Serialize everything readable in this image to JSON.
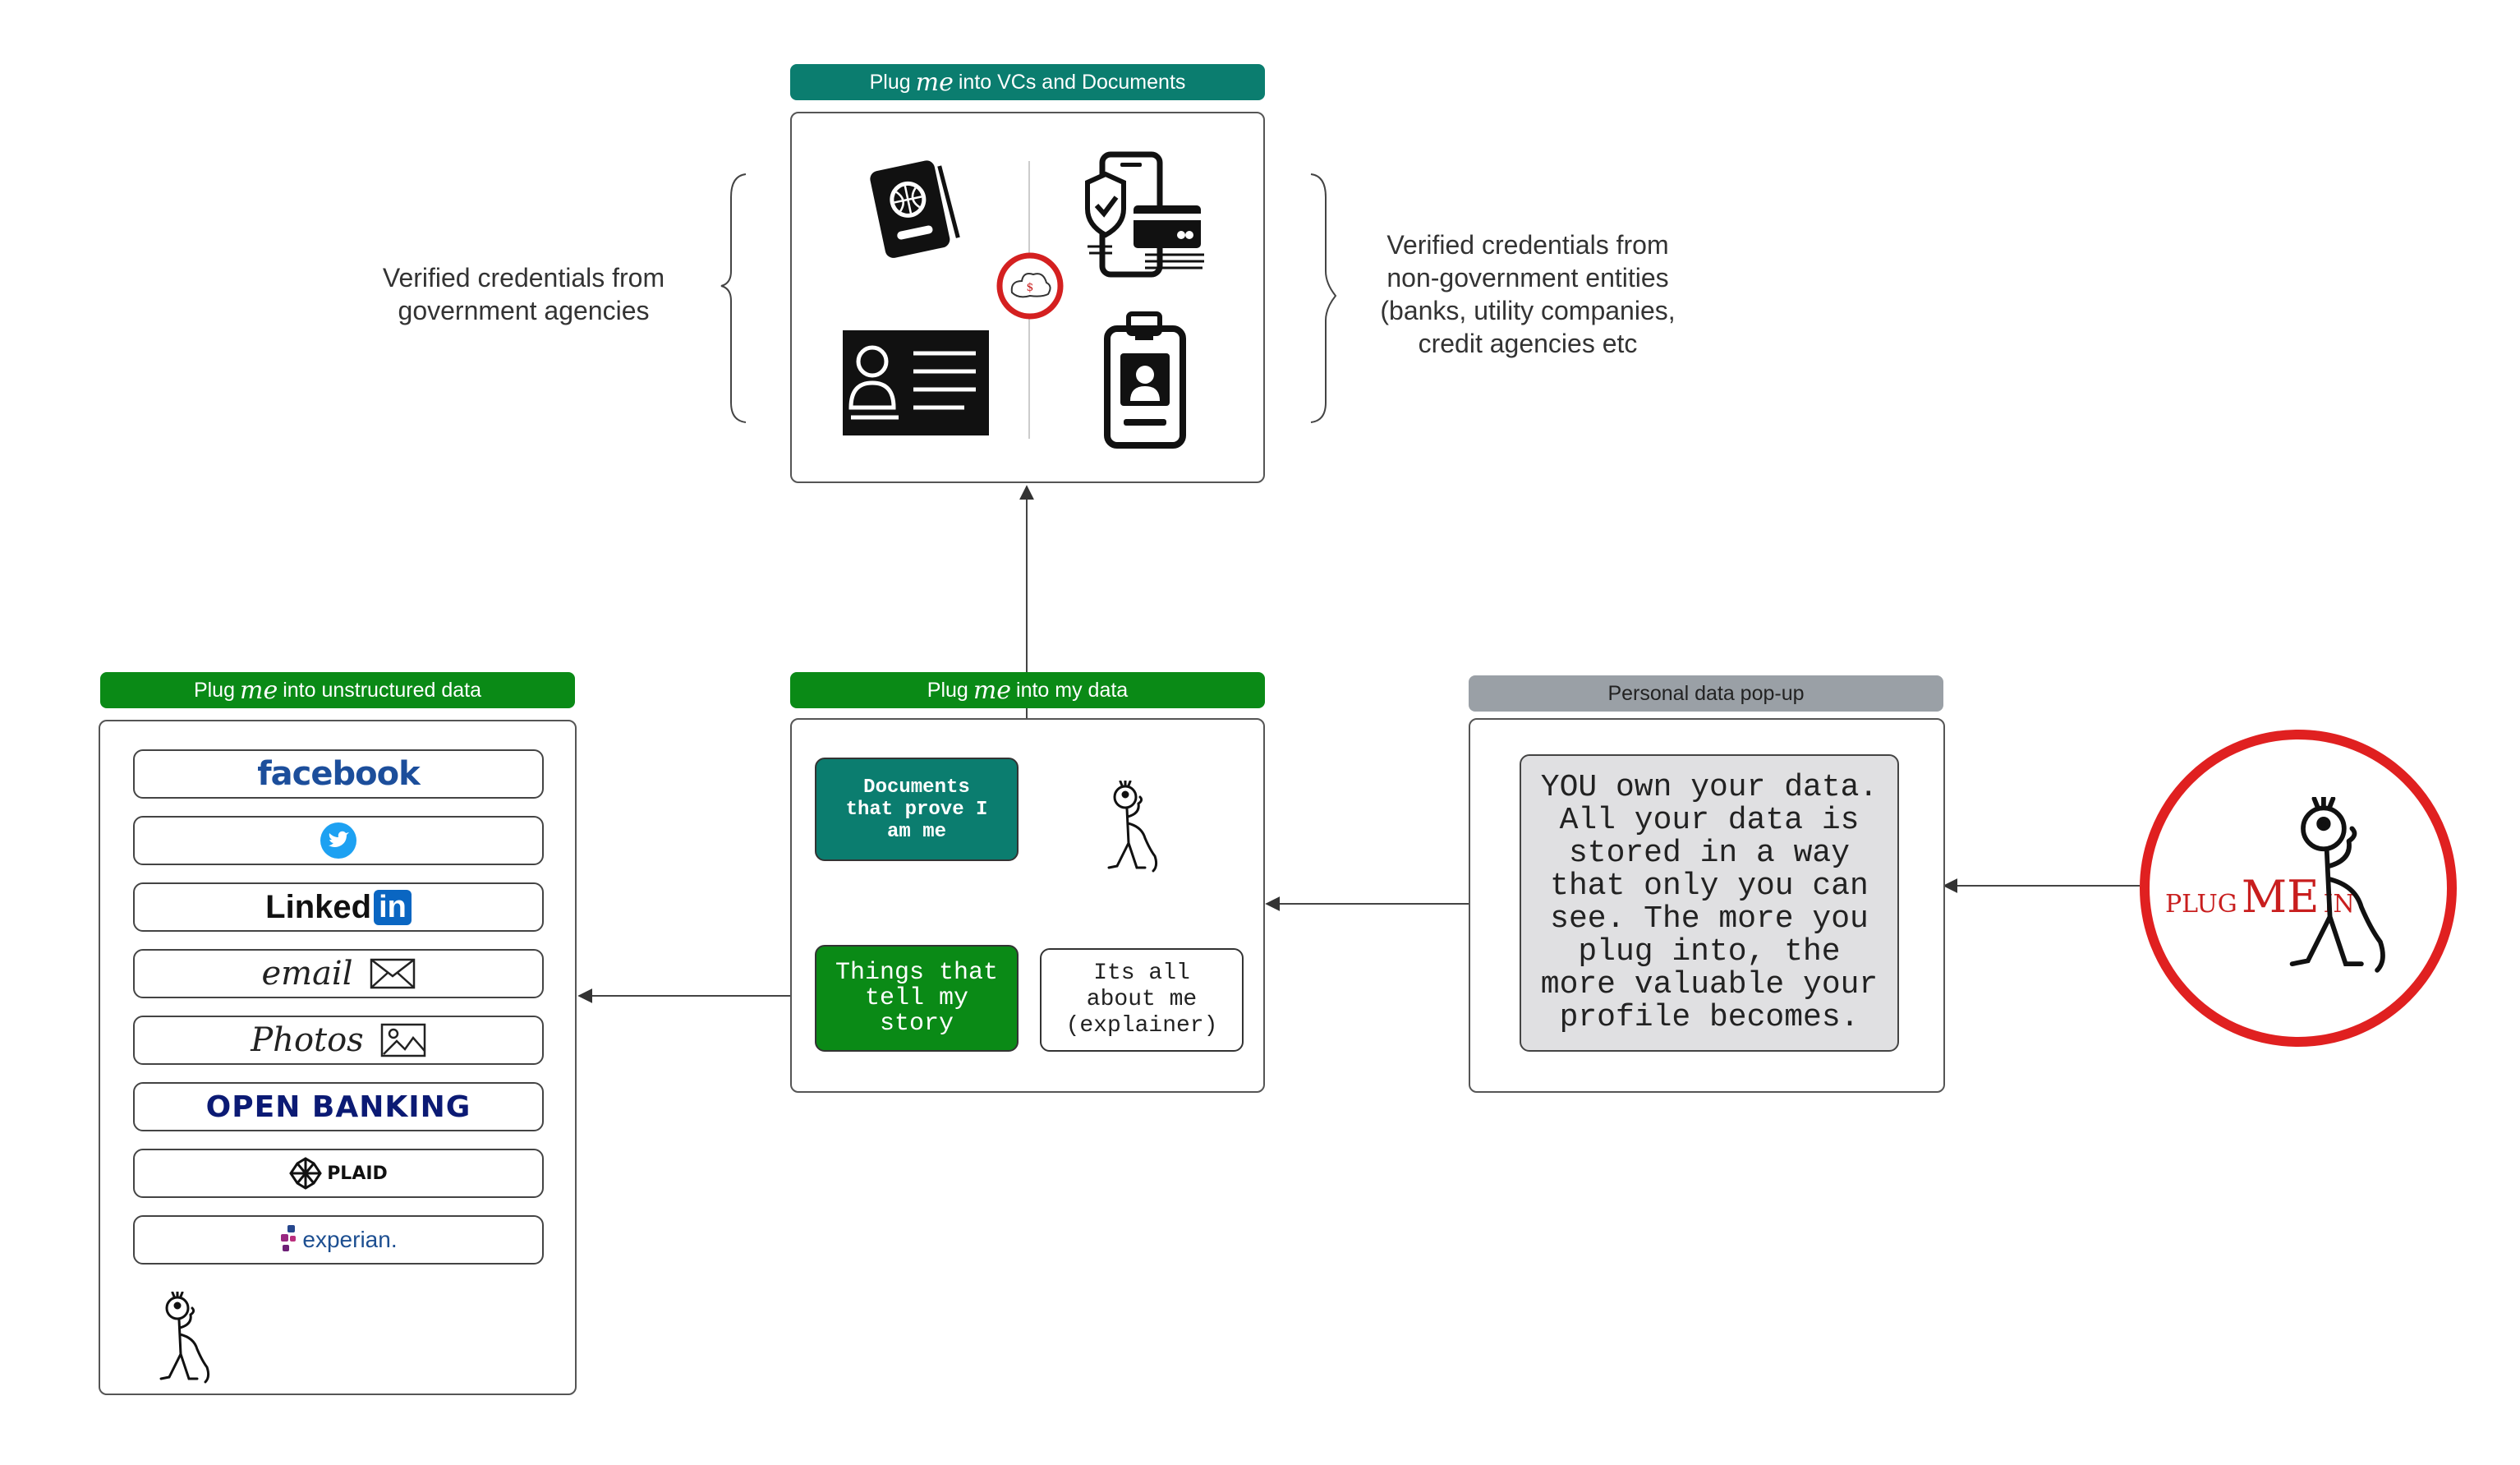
{
  "panels": {
    "vcs": {
      "header_prefix": "Plug",
      "header_me": "me",
      "header_suffix": "into VCs and Documents"
    },
    "unstructured": {
      "header_prefix": "Plug",
      "header_me": "me",
      "header_suffix": "into unstructured data"
    },
    "mydata": {
      "header_prefix": "Plug",
      "header_me": "me",
      "header_suffix": "into my data"
    },
    "popup": {
      "header": "Personal data pop-up"
    }
  },
  "left_note": "Verified credentials from\ngovernment agencies",
  "right_note": "Verified credentials from\nnon-government entities\n(banks, utility companies,\ncredit agencies etc",
  "data_sources": {
    "facebook": "facebook",
    "linkedin_text": "Linked",
    "linkedin_badge": "in",
    "email": "email",
    "photos": "Photos",
    "open_banking": "OPEN BANKING",
    "plaid": "PLAID",
    "experian": "experian."
  },
  "boxes": {
    "documents": "Documents\nthat prove I\nam me",
    "story": "Things that\ntell my\nstory",
    "explainer": "Its all\nabout me\n(explainer)",
    "popup_text": "YOU own your data.\nAll your data is\nstored in a way\nthat only you can\nsee. The more you\nplug into, the\nmore valuable your\nprofile becomes."
  },
  "brand": {
    "plug": "PLUG",
    "me": "ME",
    "in": "IN"
  },
  "icons": [
    "passport-icon",
    "mobile-security-icon",
    "id-card-icon",
    "id-badge-icon",
    "twitter-bird-icon",
    "envelope-icon",
    "picture-icon",
    "plaid-logo-icon",
    "experian-logo-icon",
    "stick-figure-icon",
    "brand-seal-icon"
  ],
  "colors": {
    "teal": "#0b7d6f",
    "green": "#0a8a16",
    "grey_header": "#9aa0a6",
    "brand_red": "#e02020"
  }
}
